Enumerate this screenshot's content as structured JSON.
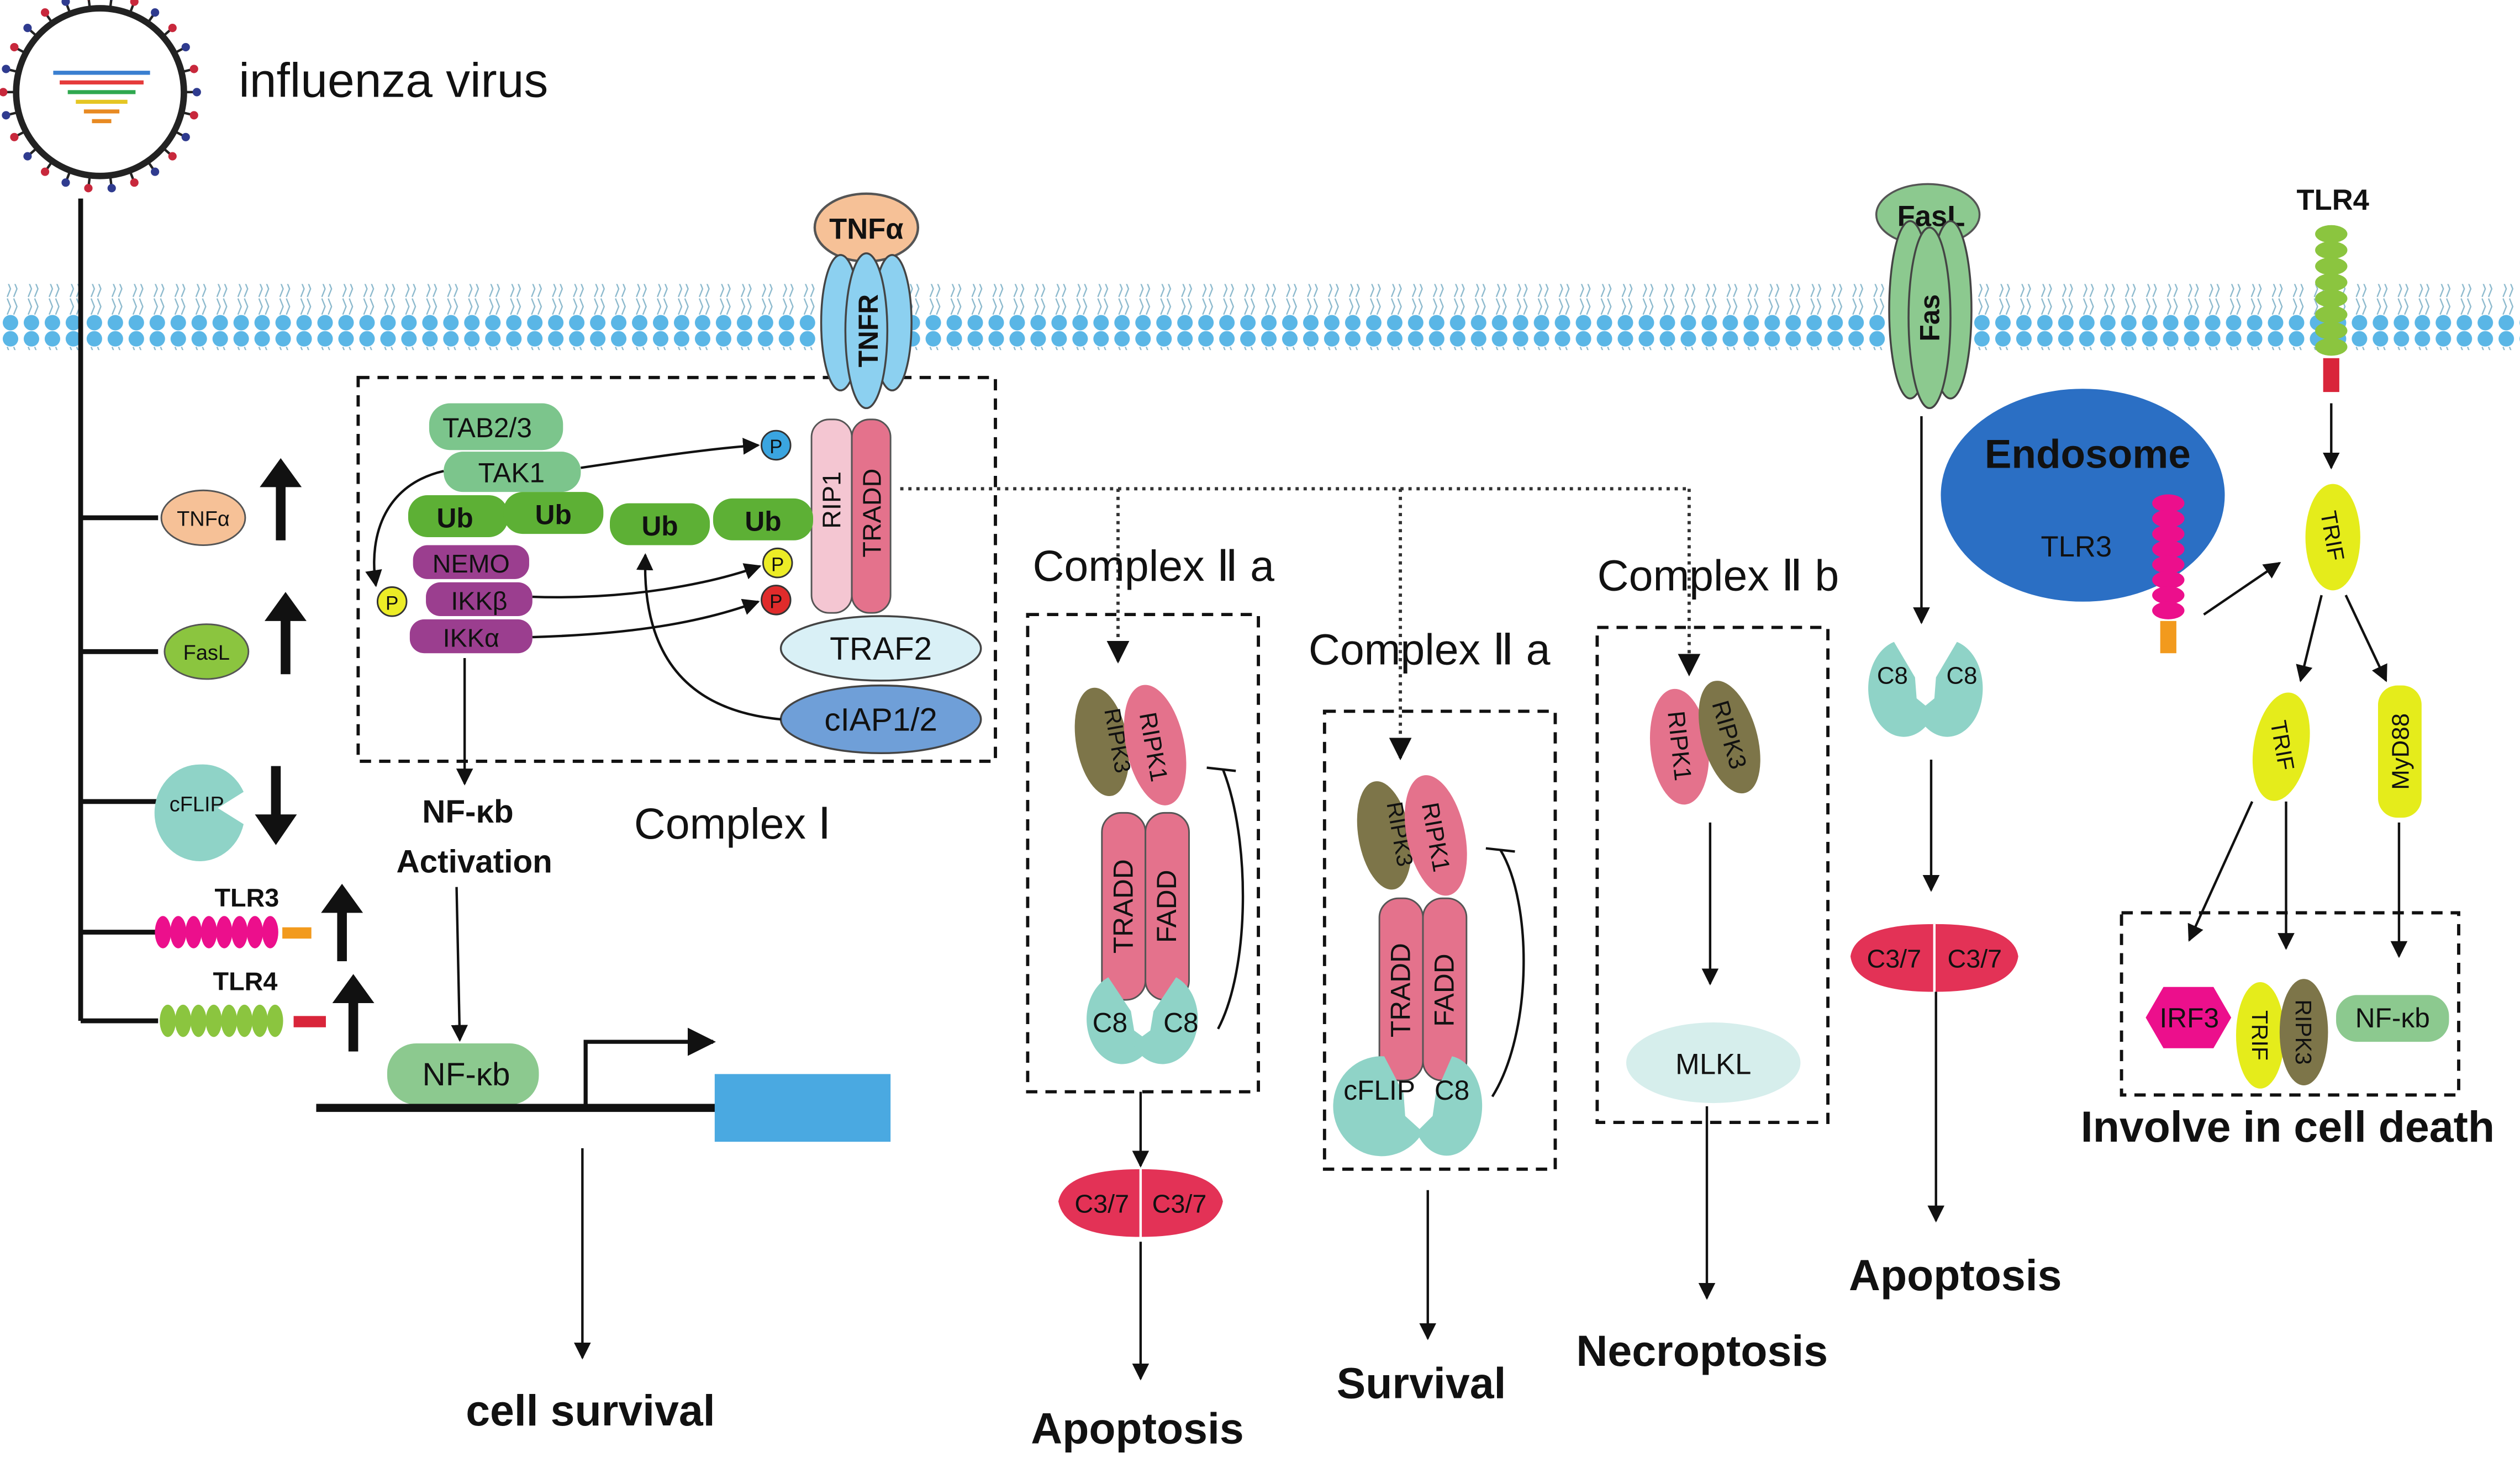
{
  "colors": {
    "membrane": "#5ab6e6",
    "tnf_orange": "#f6c197",
    "fas_green": "#8cc98f",
    "lime_green": "#8bc53f",
    "ub_green": "#5db035",
    "tab_green": "#7cc58c",
    "purple": "#9b3e8f",
    "ripk1_pink": "#e4728c",
    "rip1_light": "#f4c6d2",
    "ripk3_olive": "#7d7549",
    "caspase_teal": "#8fd3c7",
    "c37_red": "#e33256",
    "traf2_light": "#d9f0f6",
    "ciap_blue": "#6f9fd8",
    "endosome_blue": "#2b6fc4",
    "trif_yellow": "#e5ec1b",
    "tlr3_magenta": "#ec0f8c",
    "gene_box_blue": "#4aa9e1",
    "black": "#111111"
  },
  "virus": {
    "label": "influenza virus"
  },
  "left_panel": {
    "tnfa": "TNFα",
    "fasl": "FasL",
    "cflip": "cFLIP",
    "tlr3": "TLR3",
    "tlr4": "TLR4"
  },
  "complex1": {
    "tab23": "TAB2/3",
    "tak1": "TAK1",
    "ub": "Ub",
    "nemo": "NEMO",
    "ikkb": "IKKβ",
    "ikka": "IKKα",
    "p": "P",
    "rip1": "RIP1",
    "tradd": "TRADD",
    "traf2": "TRAF2",
    "ciap": "cIAP1/2",
    "tnfr": "TNFR",
    "tnfa": "TNFα",
    "label": "Complex Ⅰ"
  },
  "nfkb": {
    "activation_line1": "NF-κb",
    "activation_line2": "Activation",
    "nfkb": "NF-κb",
    "survival": "cell survival"
  },
  "complex2a_1": {
    "label": "Complex Ⅱ a",
    "ripk3": "RIPK3",
    "ripk1": "RIPK1",
    "tradd": "TRADD",
    "fadd": "FADD",
    "c8": "C8",
    "c37": "C3/7",
    "outcome": "Apoptosis"
  },
  "complex2a_2": {
    "label": "Complex Ⅱ a",
    "ripk3": "RIPK3",
    "ripk1": "RIPK1",
    "tradd": "TRADD",
    "fadd": "FADD",
    "cflip": "cFLIP",
    "c8": "C8",
    "outcome": "Survival"
  },
  "complex2b": {
    "label": "Complex Ⅱ b",
    "ripk1": "RIPK1",
    "ripk3": "RIPK3",
    "mlkl": "MLKL",
    "outcome": "Necroptosis"
  },
  "fas_path": {
    "fasl": "FasL",
    "fas": "Fas",
    "c8": "C8",
    "c37": "C3/7",
    "outcome": "Apoptosis"
  },
  "tlr_path": {
    "tlr4": "TLR4",
    "endosome": "Endosome",
    "tlr3": "TLR3",
    "trif": "TRIF",
    "myd88": "MyD88",
    "irf3": "IRF3",
    "ripk3": "RIPK3",
    "nfkb": "NF-κb",
    "outcome": "Involve in cell death"
  }
}
